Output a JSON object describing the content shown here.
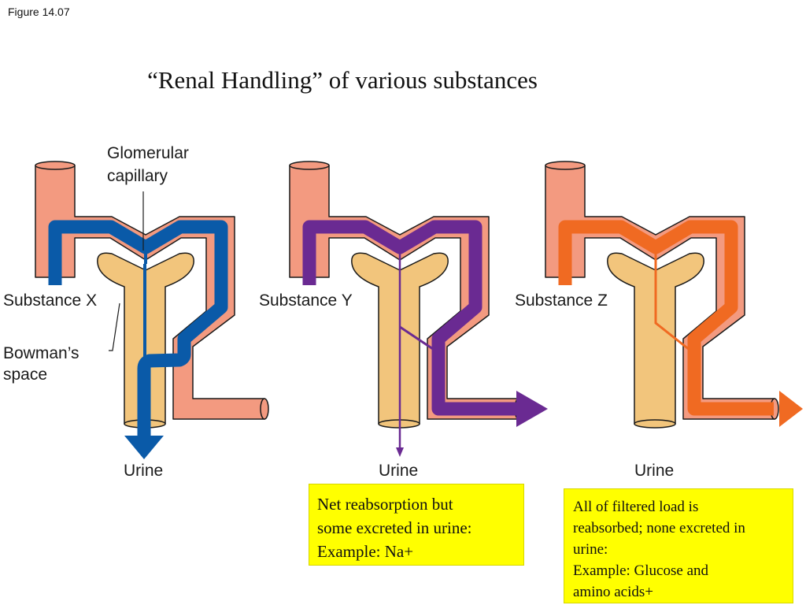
{
  "figure_label": "Figure 14.07",
  "title": "“Renal Handling” of various substances",
  "labels": {
    "glomerular_line1": "Glomerular",
    "glomerular_line2": "capillary",
    "bowmans_line1": "Bowman’s",
    "bowmans_line2": "space"
  },
  "panels": [
    {
      "substance": "Substance X",
      "output": "Urine",
      "color": "#0a5aa8"
    },
    {
      "substance": "Substance Y",
      "output": "Urine",
      "color": "#6a2a92"
    },
    {
      "substance": "Substance Z",
      "output": "Urine",
      "color": "#f06a22"
    }
  ],
  "colors": {
    "vessel": "#f39a80",
    "tubule": "#f2c57c",
    "outline": "#1a1a1a",
    "note_bg": "#ffff00"
  },
  "notes": {
    "y": [
      "Net reabsorption but",
      "some excreted in urine:",
      "Example:  Na+"
    ],
    "z": [
      "All of filtered load is",
      "reabsorbed; none excreted in",
      "urine:",
      "Example:  Glucose and",
      "amino acids+"
    ]
  }
}
